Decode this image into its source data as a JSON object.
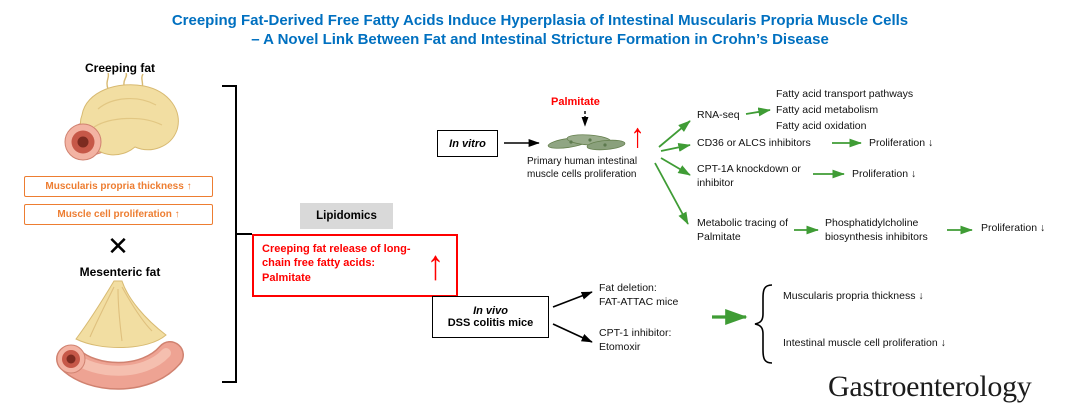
{
  "colors": {
    "title_blue": "#0070C0",
    "accent_orange": "#ED7D31",
    "alert_red": "#FF0000",
    "flow_green": "#3F9C35",
    "lipidomics_gray": "#D9D9D9"
  },
  "title": {
    "line1": "Creeping Fat-Derived Free Fatty Acids Induce Hyperplasia of Intestinal Muscularis Propria Muscle Cells",
    "line2": "– A Novel Link Between Fat and Intestinal Stricture Formation in Crohn’s Disease"
  },
  "left_panel": {
    "creeping_fat_label": "Creeping fat",
    "finding_boxes": [
      "Muscularis propria thickness ↑",
      "Muscle cell proliferation ↑"
    ],
    "cross_symbol": "✕",
    "mesenteric_fat_label": "Mesenteric fat"
  },
  "lipidomics": {
    "method_label": "Lipidomics",
    "result_text": "Creeping fat release of long-chain free fatty acids: Palmitate",
    "up_arrow": "↑"
  },
  "in_vitro": {
    "box_label": "In vitro",
    "stimulus_label": "Palmitate",
    "up_arrow": "↑",
    "cells_caption": "Primary human intestinal muscle cells proliferation",
    "rna_seq": {
      "label": "RNA-seq",
      "results": [
        "Fatty acid transport pathways",
        "Fatty acid metabolism",
        "Fatty acid oxidation"
      ]
    },
    "cd36": {
      "label": "CD36 or ALCS inhibitors",
      "result": "Proliferation ↓"
    },
    "cpt1a": {
      "label": "CPT-1A knockdown or inhibitor",
      "result": "Proliferation ↓"
    },
    "tracing": {
      "label": "Metabolic tracing of Palmitate",
      "intermediate": "Phosphatidylcholine biosynthesis inhibitors",
      "result": "Proliferation ↓"
    }
  },
  "in_vivo": {
    "box_line1": "In vivo",
    "box_line2": "DSS colitis mice",
    "arm1": "Fat deletion:\nFAT-ATTAC mice",
    "arm2": "CPT-1 inhibitor:\nEtomoxir",
    "outcomes": [
      "Muscularis propria thickness ↓",
      "Intestinal muscle cell proliferation ↓"
    ]
  },
  "journal": "Gastroenterology"
}
